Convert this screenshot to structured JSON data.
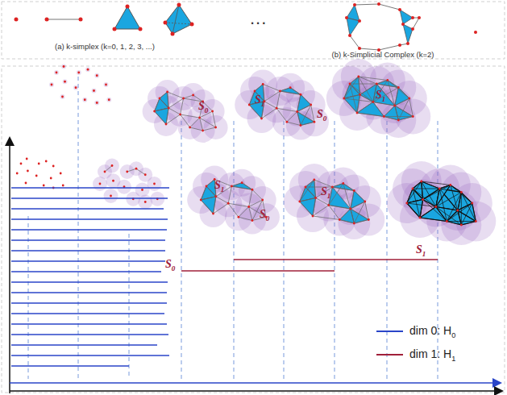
{
  "diagram": {
    "labels": [
      "(a) k-simplex (k=0, 1, 2, 3, ...)",
      "(b) k-Simplicial Complex  (k=2)",
      "...",
      "S0",
      "S1",
      "S0",
      "S1",
      "S1",
      "S0",
      "S1",
      "S0",
      "S1"
    ],
    "legend": [
      {
        "text": "dim 0: H0"
      },
      {
        "text": "dim 1: H1"
      }
    ]
  }
}
